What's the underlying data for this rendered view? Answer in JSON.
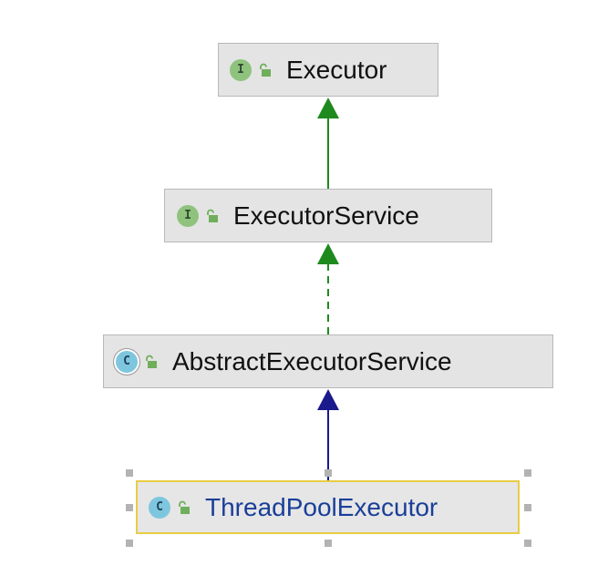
{
  "diagram": {
    "nodes": [
      {
        "id": "executor",
        "label": "Executor",
        "kind": "interface",
        "kind_glyph": "I",
        "selected": false
      },
      {
        "id": "executor-service",
        "label": "ExecutorService",
        "kind": "interface",
        "kind_glyph": "I",
        "selected": false
      },
      {
        "id": "abstract-executor-service",
        "label": "AbstractExecutorService",
        "kind": "abstract-class",
        "kind_glyph": "C",
        "selected": false
      },
      {
        "id": "thread-pool-executor",
        "label": "ThreadPoolExecutor",
        "kind": "class",
        "kind_glyph": "C",
        "selected": true
      }
    ],
    "edges": [
      {
        "from": "executor-service",
        "to": "executor",
        "style": "solid",
        "relation": "extends",
        "color": "#1e8a1e"
      },
      {
        "from": "abstract-executor-service",
        "to": "executor-service",
        "style": "dashed",
        "relation": "implements",
        "color": "#1e8a1e"
      },
      {
        "from": "thread-pool-executor",
        "to": "abstract-executor-service",
        "style": "solid",
        "relation": "extends",
        "color": "#1a1a8c"
      }
    ]
  },
  "colors": {
    "node_fill": "#e4e4e4",
    "node_border": "#b9b9b9",
    "selected_border": "#e8cd45",
    "selected_text": "#1a3f99",
    "interface_badge": "#8fc37d",
    "class_badge": "#7ec6de",
    "lock_icon": "#6fae5a"
  }
}
